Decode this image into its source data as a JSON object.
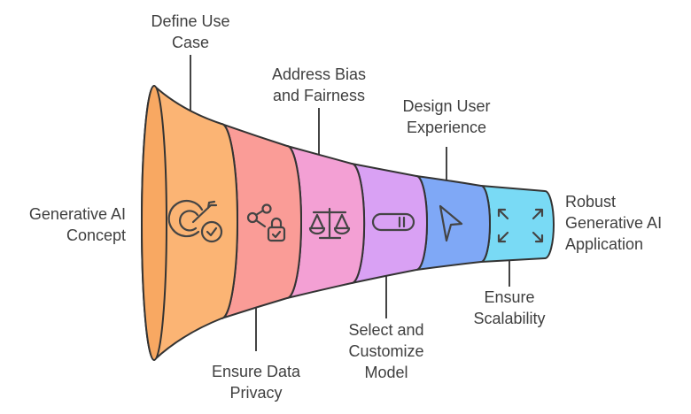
{
  "diagram": {
    "input_label": "Generative AI\nConcept",
    "output_label": "Robust\nGenerative AI\nApplication",
    "stages": [
      {
        "label": "Define Use\nCase",
        "icon": "target-check-icon",
        "color": "#fbb474"
      },
      {
        "label": "Ensure Data\nPrivacy",
        "icon": "share-lock-icon",
        "color": "#fa9c97"
      },
      {
        "label": "Address Bias\nand Fairness",
        "icon": "scale-icon",
        "color": "#f3a0d4"
      },
      {
        "label": "Select and\nCustomize\nModel",
        "icon": "toggle-icon",
        "color": "#d9a1f4"
      },
      {
        "label": "Design User\nExperience",
        "icon": "cursor-icon",
        "color": "#7fa8f6"
      },
      {
        "label": "Ensure\nScalability",
        "icon": "expand-icon",
        "color": "#79daf5"
      }
    ]
  }
}
